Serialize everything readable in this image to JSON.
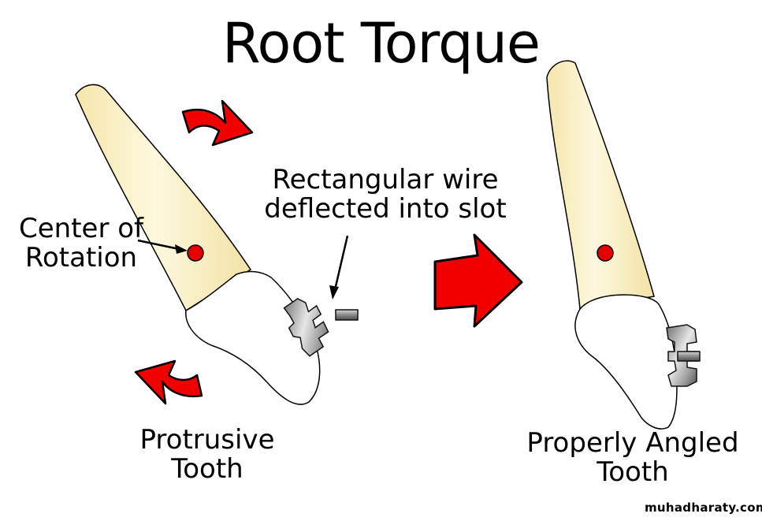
{
  "title": "Root Torque",
  "labels": {
    "wire_line1": "Rectangular wire",
    "wire_line2": "deflected into slot",
    "cor_line1": "Center of",
    "cor_line2": "Rotation",
    "left_line1": "Protrusive",
    "left_line2": "Tooth",
    "right_line1": "Properly Angled",
    "right_line2": "Tooth"
  },
  "watermark": "muhadharaty.com",
  "colors": {
    "root": "#fbf3cf",
    "crown": "#ffffff",
    "outline": "#000000",
    "arrow": "#f20000",
    "center_dot": "#e60000",
    "bracket": "#9a9a9a"
  },
  "icons": {
    "upper_rotation_arrow": "curved-arrow-icon",
    "lower_rotation_arrow": "curved-arrow-icon",
    "transition_arrow": "right-arrow-icon"
  }
}
